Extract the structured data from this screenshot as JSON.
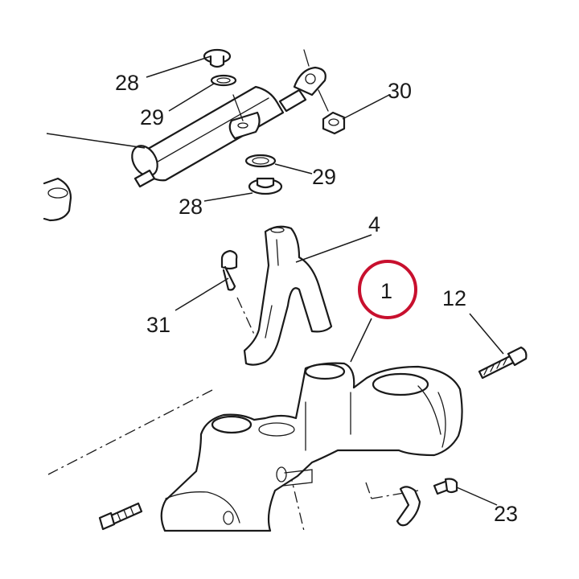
{
  "callouts": [
    {
      "label": "28",
      "part": "washer-cap-top"
    },
    {
      "label": "29",
      "part": "o-ring-top"
    },
    {
      "label": "30",
      "part": "nut"
    },
    {
      "label": "29",
      "part": "o-ring-bottom"
    },
    {
      "label": "28",
      "part": "washer-cap-bottom"
    },
    {
      "label": "4",
      "part": "bracket"
    },
    {
      "label": "31",
      "part": "screw"
    },
    {
      "label": "1",
      "part": "steering-yoke"
    },
    {
      "label": "12",
      "part": "bolt-right"
    },
    {
      "label": "23",
      "part": "screw-small"
    }
  ],
  "highlight": {
    "label": "1",
    "color": "#c8102e"
  }
}
